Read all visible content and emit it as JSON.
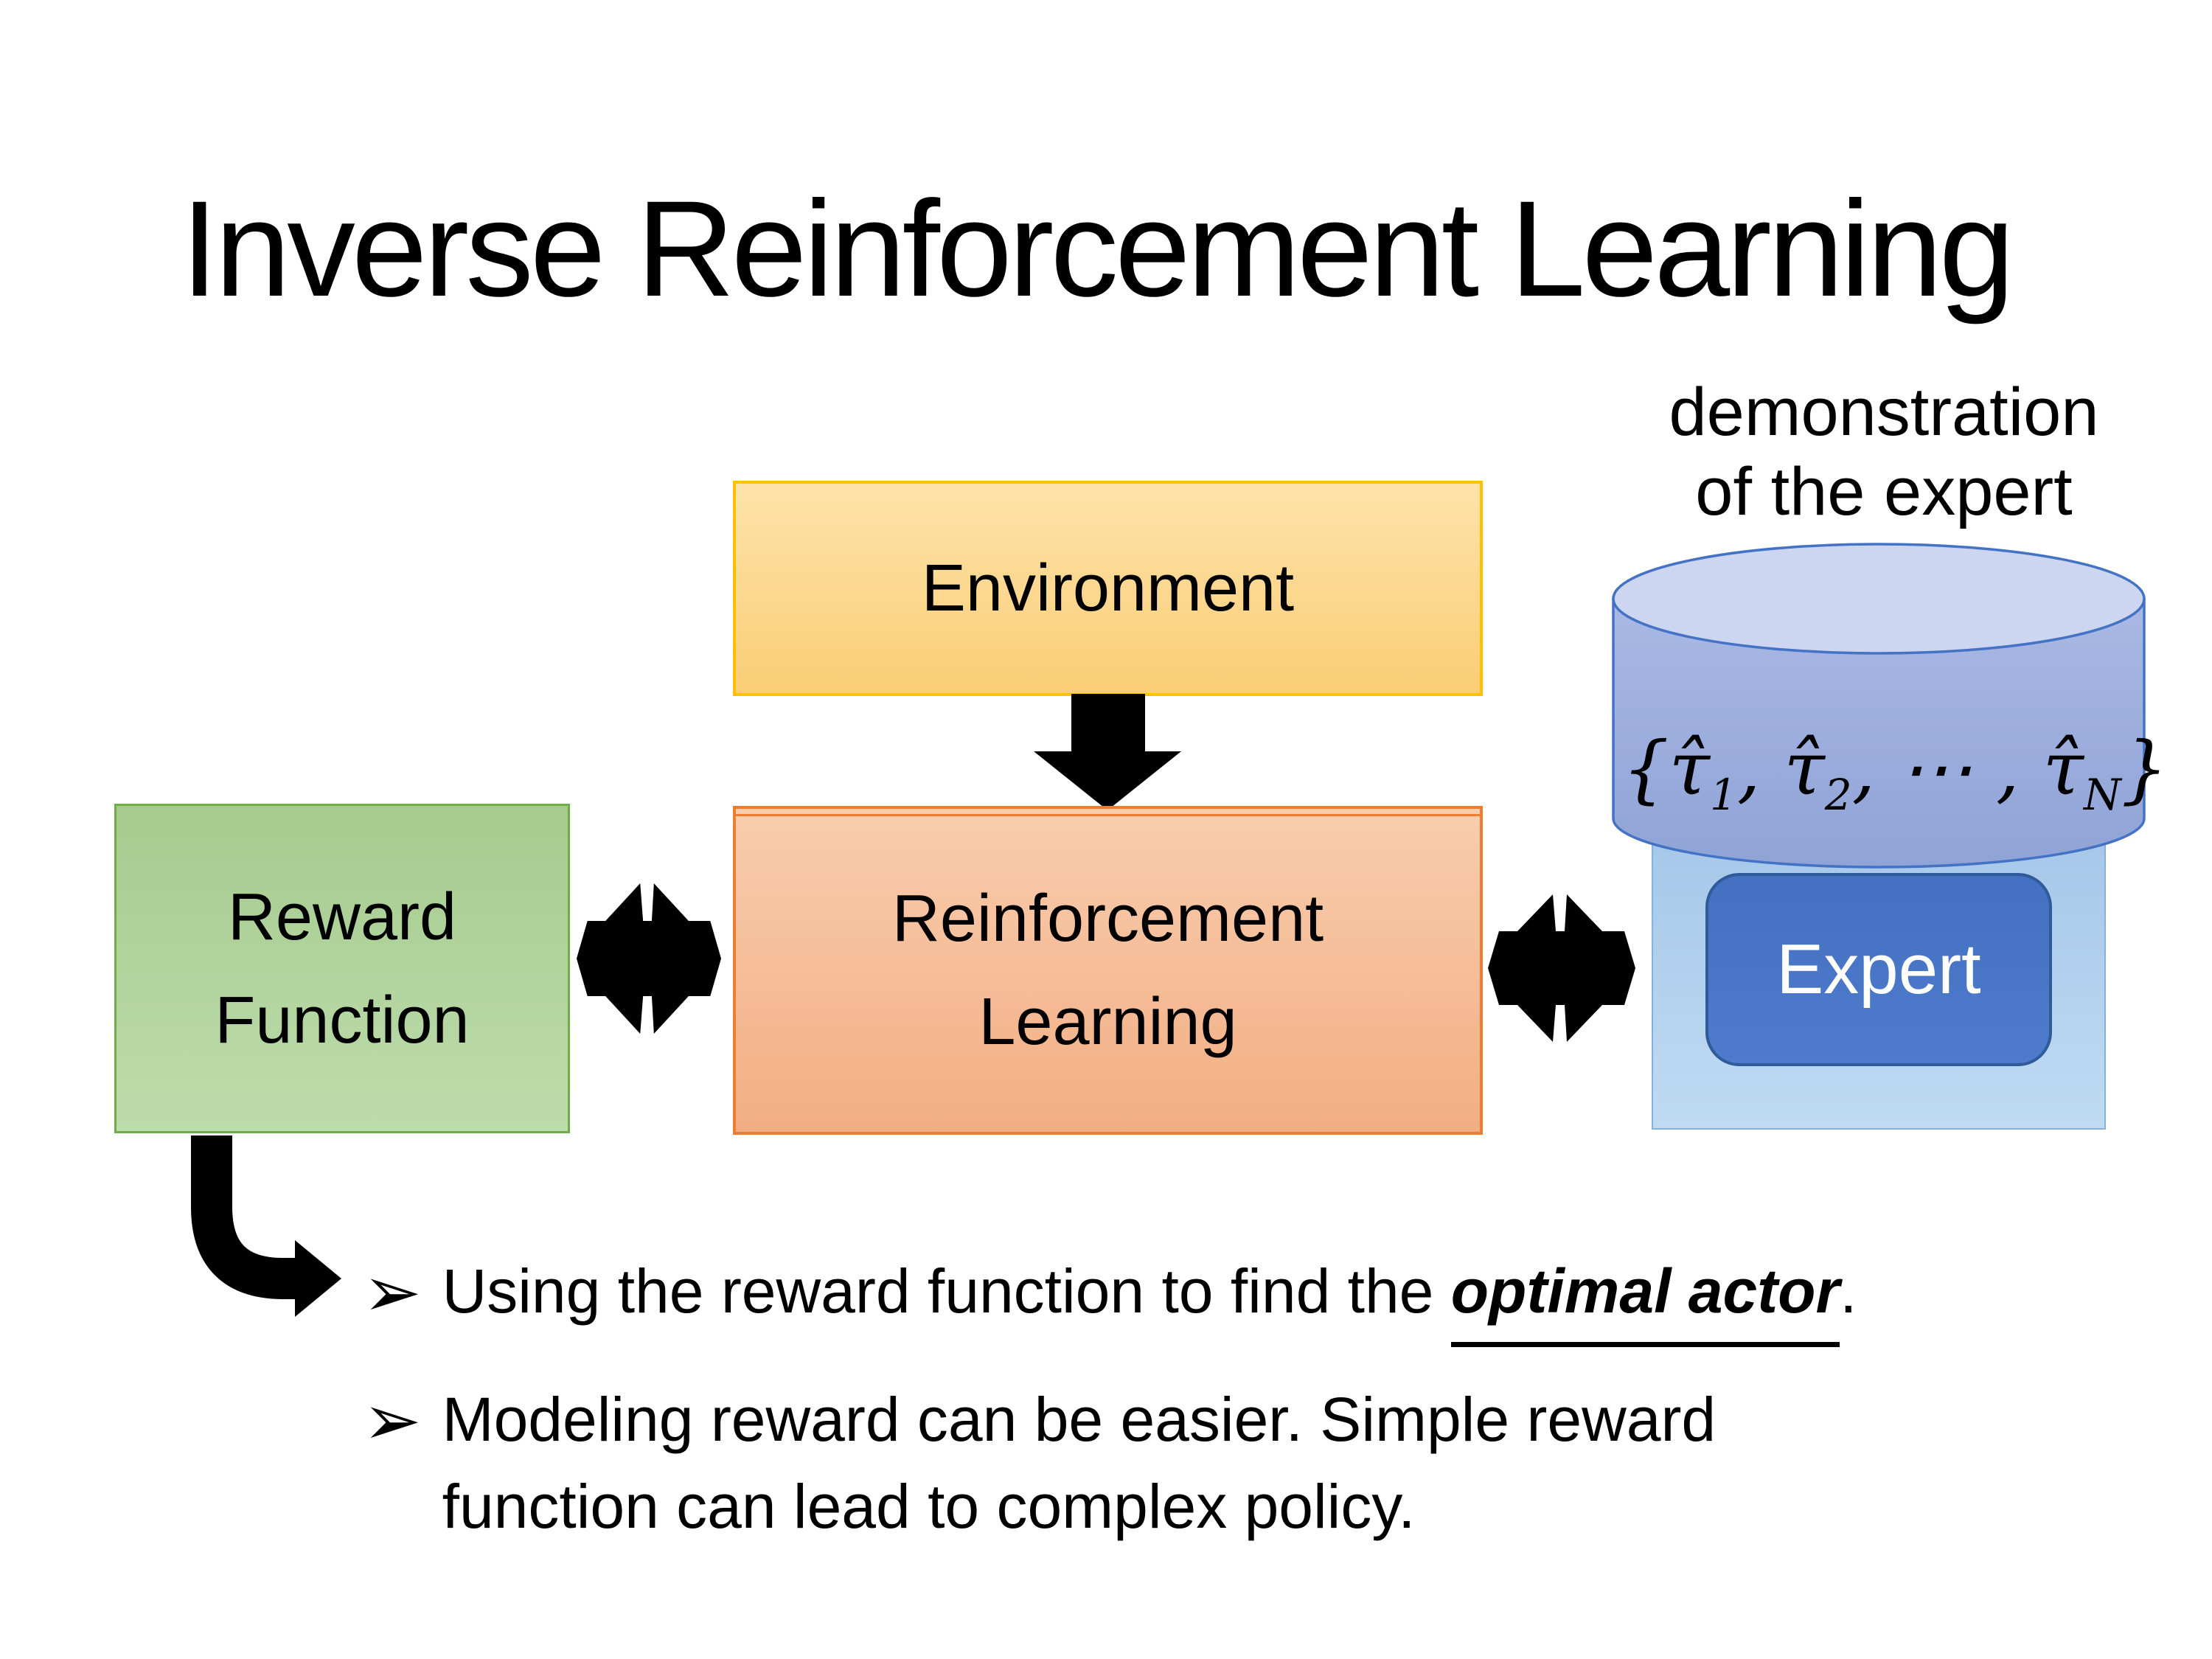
{
  "slide": {
    "title": "Inverse Reinforcement Learning"
  },
  "demo_label": {
    "line1": "demonstration",
    "line2": "of the expert"
  },
  "formula": {
    "open": "{",
    "tau1": "τ̂",
    "sub1": "1",
    "sep1": ", ",
    "tau2": "τ̂",
    "sub2": "2",
    "sep2": ", ⋯ , ",
    "tauN": "τ̂",
    "subN": "N",
    "close": "}"
  },
  "boxes": {
    "environment": "Environment",
    "reward_line1": "Reward",
    "reward_line2": "Function",
    "rl_line1": "Reinforcement",
    "rl_line2": "Learning",
    "expert": "Expert"
  },
  "bullets": {
    "marker": "➢",
    "b1_pre": "Using the reward function to find the ",
    "b1_emph": "optimal actor",
    "b1_post": ".",
    "b2": "Modeling reward can be easier. Simple reward function can lead to complex policy."
  },
  "colors": {
    "environment_border": "#FFC000",
    "environment_fill": "#FBCD76",
    "rl_border": "#ED7D31",
    "rl_fill": "#F2AE83",
    "reward_border": "#70AD47",
    "reward_fill": "#A5CB8E",
    "cylinder_border": "#4472C4",
    "cylinder_fill": "#97A9DC",
    "expert_panel_fill": "#AECBE9",
    "expert_fill": "#4472C4",
    "expert_text": "#FFFFFF",
    "arrow_color": "#000000",
    "text_color": "#000000",
    "background": "#FFFFFF"
  }
}
